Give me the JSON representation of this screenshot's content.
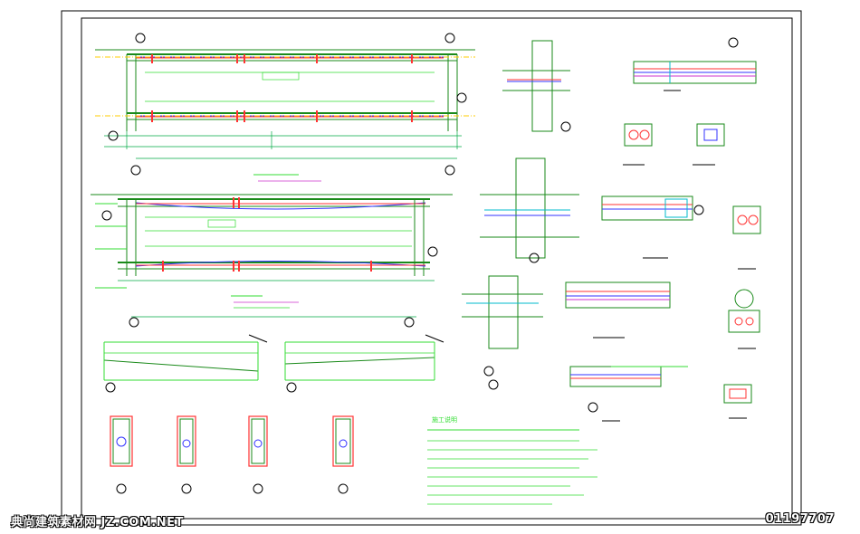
{
  "colors": {
    "background": "#ffffff",
    "frame": "#000000",
    "concrete": "#1a8a1a",
    "rebar_main": "#ff3333",
    "prestress": "#3333ff",
    "dimension": "#00aa44",
    "annotation": "#33dd33",
    "centerline": "#ffcc00",
    "cyan": "#00bbcc",
    "magenta": "#cc33cc"
  },
  "watermark": {
    "left_text": "典尚建筑素材网 JZ.COM.NET",
    "right_text": "01197707"
  },
  "notes": {
    "title": "施工说明"
  }
}
